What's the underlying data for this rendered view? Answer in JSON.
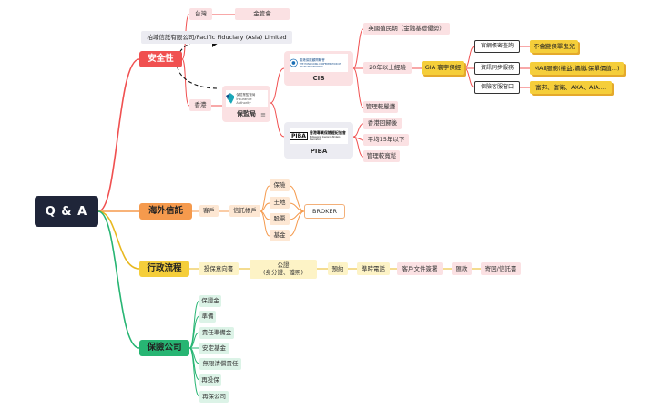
{
  "root": "Q & A",
  "branches": {
    "security": {
      "label": "安全性",
      "taiwan": "台灣",
      "fsc": "金管會",
      "pacific": "柏域信託有限公司/Pacific Fiduciary (Asia) Limited",
      "hongkong": "香港",
      "ia_label": "保監局",
      "ia_logo_cn": "保險業監管局",
      "ia_logo_en": "Insurance Authority",
      "cib_label": "CIB",
      "cib_logo_cn": "香港保險顧問聯會",
      "cib_logo_en": "THE HONG KONG CONFEDERATION OF INSURANCE BROKERS",
      "piba_label": "PIBA",
      "piba_logo_cn": "香港專業保險經紀協會",
      "piba_logo_en": "Professional Insurance Brokers Association",
      "cib_items": [
        "英國殖民期（金融基礎優勢）",
        "20年以上經驗",
        "管理較嚴謹"
      ],
      "gia": "GIA 寰宇保經",
      "gia_items": [
        "官網帳密查詢",
        "資訊同步服務",
        "保險客服窗口"
      ],
      "gia_details": [
        "不會變保單鬼兒",
        "MAil服務(權益,續繳,保單價值...)",
        "富邦、富衛、AXA、AIA...."
      ],
      "piba_items": [
        "香港回歸後",
        "平均15年以下",
        "管理較寬鬆"
      ]
    },
    "trust": {
      "label": "海外信託",
      "client": "客戶",
      "account": "信託帳戶",
      "assets": [
        "保險",
        "土地",
        "股票",
        "基金"
      ],
      "broker": "BROKER"
    },
    "admin": {
      "label": "行政流程",
      "steps": [
        "投保意向書",
        "公證\n(身分證、護照)",
        "預約",
        "準時電話",
        "客戶文件簽署",
        "匯款",
        "寄回/信託書"
      ]
    },
    "insurer": {
      "label": "保險公司",
      "items": [
        "保證金",
        "準備",
        "責任準備金",
        "安定基金",
        "無限清償責任",
        "再投保",
        "再保公司"
      ]
    }
  },
  "colors": {
    "red": "#f05050",
    "orange": "#f59a4d",
    "yellow": "#f5ce3a",
    "green": "#27b573",
    "root": "#1f2539"
  }
}
